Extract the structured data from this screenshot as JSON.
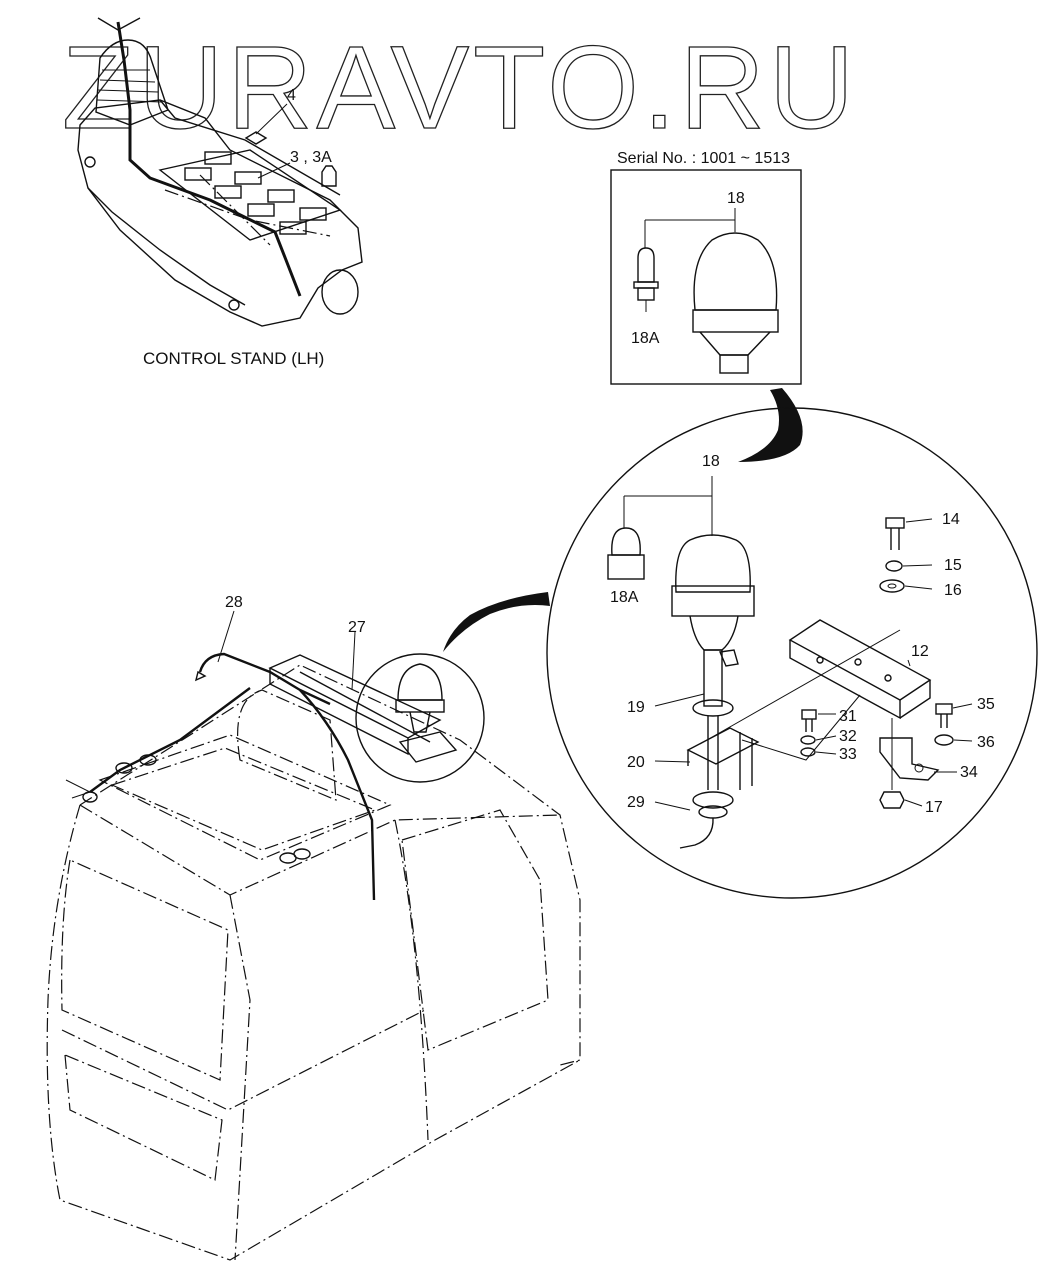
{
  "watermark": "ZURAVTO.RU",
  "control_stand": {
    "caption": "CONTROL STAND (LH)",
    "callouts": {
      "item_4": "4",
      "item_3_3a": "3 , 3A"
    }
  },
  "inset": {
    "serial_caption": "Serial No. : 1001 ~ 1513",
    "callouts": {
      "beacon": "18",
      "bulb": "18A"
    }
  },
  "detail": {
    "callouts": {
      "beacon": "18",
      "bulb": "18A",
      "bolt_14": "14",
      "washer_15": "15",
      "washer_16": "16",
      "bracket_12": "12",
      "bolt_35": "35",
      "washer_36": "36",
      "plate_34": "34",
      "nut_17": "17",
      "bolt_31": "31",
      "washer_32": "32",
      "washer_33": "33",
      "bracket_20": "20",
      "harness_29": "29",
      "pole_19": "19"
    }
  },
  "cab": {
    "callouts": {
      "harness_28": "28",
      "harness_27": "27"
    }
  }
}
